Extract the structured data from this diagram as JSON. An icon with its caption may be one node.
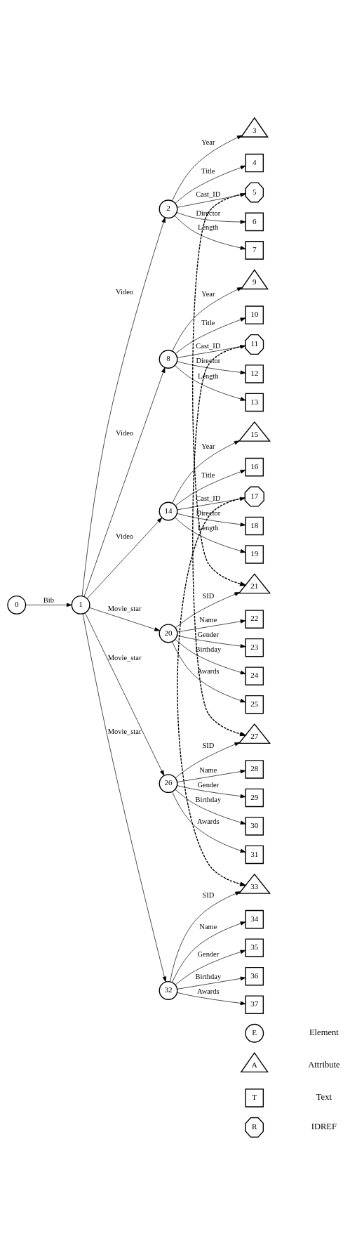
{
  "diagram": {
    "nodes": [
      {
        "text": [
          "0"
        ]
      },
      {
        "text": [
          "1"
        ]
      },
      {
        "text": [
          "2"
        ]
      },
      {
        "text": [
          "3"
        ]
      },
      {
        "text": [
          "4"
        ]
      },
      {
        "text": [
          "5"
        ]
      },
      {
        "text": [
          "6"
        ]
      },
      {
        "text": [
          "7"
        ]
      },
      {
        "text": [
          "8"
        ]
      },
      {
        "text": [
          "9"
        ]
      },
      {
        "text": [
          "10"
        ]
      },
      {
        "text": [
          "11"
        ]
      },
      {
        "text": [
          "12"
        ]
      },
      {
        "text": [
          "13"
        ]
      },
      {
        "text": [
          "14"
        ]
      },
      {
        "text": [
          "15"
        ]
      },
      {
        "text": [
          "16"
        ]
      },
      {
        "text": [
          "17"
        ]
      },
      {
        "text": [
          "18"
        ]
      },
      {
        "text": [
          "19"
        ]
      },
      {
        "text": [
          "20"
        ]
      },
      {
        "text": [
          "21"
        ]
      },
      {
        "text": [
          "22"
        ]
      },
      {
        "text": [
          "23"
        ]
      },
      {
        "text": [
          "24"
        ]
      },
      {
        "text": [
          "25"
        ]
      },
      {
        "text": [
          "26"
        ]
      },
      {
        "text": [
          "27"
        ]
      },
      {
        "text": [
          "28"
        ]
      },
      {
        "text": [
          "29"
        ]
      },
      {
        "text": [
          "30"
        ]
      },
      {
        "text": [
          "31"
        ]
      },
      {
        "text": [
          "32"
        ]
      },
      {
        "text": [
          "33"
        ]
      },
      {
        "text": [
          "34"
        ]
      },
      {
        "text": [
          "35"
        ]
      },
      {
        "text": [
          "36"
        ]
      },
      {
        "text": [
          "37"
        ]
      },
      {
        "text": [
          "E"
        ]
      },
      {
        "text": [
          "A"
        ]
      },
      {
        "text": [
          "T"
        ]
      },
      {
        "text": [
          "R"
        ]
      }
    ],
    "edges": [
      {
        "from": 0,
        "to": 1,
        "arrow": "to",
        "label": "Bib"
      },
      {
        "from": 1,
        "to": 2,
        "arrow": "to",
        "label": "Video"
      },
      {
        "from": 1,
        "to": 8,
        "arrow": "to",
        "label": "Video"
      },
      {
        "from": 1,
        "to": 14,
        "arrow": "to",
        "label": "Video"
      },
      {
        "from": 1,
        "to": 20,
        "arrow": "to",
        "label": "Movie_star"
      },
      {
        "from": 1,
        "to": 26,
        "arrow": "to",
        "label": "Movie_star"
      },
      {
        "from": 1,
        "to": 32,
        "arrow": "to",
        "label": "Movie_star"
      },
      {
        "from": 2,
        "to": 3,
        "arrow": "to",
        "label": "Year"
      },
      {
        "from": 2,
        "to": 4,
        "arrow": "to",
        "label": "Title"
      },
      {
        "from": 2,
        "to": 5,
        "arrow": "to",
        "label": "Cast_ID"
      },
      {
        "from": 2,
        "to": 6,
        "arrow": "to",
        "label": "Director"
      },
      {
        "from": 2,
        "to": 7,
        "arrow": "to",
        "label": "Length"
      },
      {
        "from": 8,
        "to": 9,
        "arrow": "to",
        "label": "Year"
      },
      {
        "from": 8,
        "to": 10,
        "arrow": "to",
        "label": "Title"
      },
      {
        "from": 8,
        "to": 11,
        "arrow": "to",
        "label": "Cast_ID"
      },
      {
        "from": 8,
        "to": 12,
        "arrow": "to",
        "label": "Director"
      },
      {
        "from": 8,
        "to": 13,
        "arrow": "to",
        "label": "Length"
      },
      {
        "from": 14,
        "to": 15,
        "arrow": "to",
        "label": "Year"
      },
      {
        "from": 14,
        "to": 16,
        "arrow": "to",
        "label": "Title"
      },
      {
        "from": 14,
        "to": 17,
        "arrow": "to",
        "label": "Cast_ID"
      },
      {
        "from": 14,
        "to": 18,
        "arrow": "to",
        "label": "Director"
      },
      {
        "from": 14,
        "to": 19,
        "arrow": "to",
        "label": "Length"
      },
      {
        "from": 20,
        "to": 21,
        "arrow": "to",
        "label": "SID"
      },
      {
        "from": 20,
        "to": 22,
        "arrow": "to",
        "label": "Name"
      },
      {
        "from": 20,
        "to": 23,
        "arrow": "to",
        "label": "Gender"
      },
      {
        "from": 20,
        "to": 24,
        "arrow": "to",
        "label": "Birthday"
      },
      {
        "from": 20,
        "to": 25,
        "arrow": "to",
        "label": "Awards"
      },
      {
        "from": 26,
        "to": 27,
        "arrow": "to",
        "label": "SID"
      },
      {
        "from": 26,
        "to": 28,
        "arrow": "to",
        "label": "Name"
      },
      {
        "from": 26,
        "to": 29,
        "arrow": "to",
        "label": "Gender"
      },
      {
        "from": 26,
        "to": 30,
        "arrow": "to",
        "label": "Birthday"
      },
      {
        "from": 26,
        "to": 31,
        "arrow": "to",
        "label": "Awards"
      },
      {
        "from": 32,
        "to": 33,
        "arrow": "to",
        "label": "SID"
      },
      {
        "from": 32,
        "to": 34,
        "arrow": "to",
        "label": "Name"
      },
      {
        "from": 32,
        "to": 35,
        "arrow": "to",
        "label": "Gender"
      },
      {
        "from": 32,
        "to": 36,
        "arrow": "to",
        "label": "Birthday"
      },
      {
        "from": 32,
        "to": 37,
        "arrow": "to",
        "label": "Awards"
      },
      {
        "from": 5,
        "to": 21,
        "arrow": "to",
        "style": "dashed"
      },
      {
        "from": 11,
        "to": 27,
        "arrow": "to",
        "style": "dashed"
      },
      {
        "from": 17,
        "to": 33,
        "arrow": "to",
        "style": "dashed"
      }
    ],
    "legend": [
      {
        "text": "Element"
      },
      {
        "text": "Attribute"
      },
      {
        "text": "Text"
      },
      {
        "text": "IDREF"
      }
    ]
  }
}
